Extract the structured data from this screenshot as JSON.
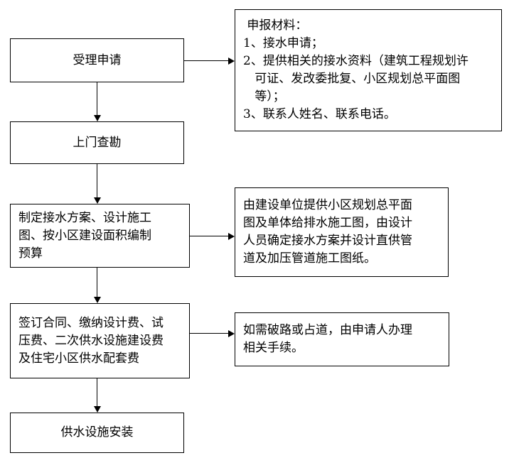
{
  "flowchart": {
    "left_boxes": [
      {
        "label": "受理申请"
      },
      {
        "label": "上门查勘"
      },
      {
        "label": "制定接水方案、设计施工\n图、按小区建设面积编制\n预算"
      },
      {
        "label": "签订合同、缴纳设计费、试\n压费、二次供水设施建设费\n及住宅小区供水配套费"
      },
      {
        "label": "供水设施安装"
      }
    ],
    "right_boxes": [
      {
        "label": " 申报材料：\n1、接水申请；\n2、提供相关的接水资料（建筑工程规划许\n   可证、发改委批复、小区规划总平面图\n   等）；\n3、联系人姓名、联系电话。"
      },
      {
        "label": "由建设单位提供小区规划总平面\n图及单体给排水施工图，由设计\n人员确定接水方案并设计直供管\n道及加压管道施工图纸。"
      },
      {
        "label": "如需破路或占道，由申请人办理\n相关手续。"
      }
    ],
    "colors": {
      "border": "#000000",
      "background": "#ffffff",
      "text": "#000000"
    }
  }
}
